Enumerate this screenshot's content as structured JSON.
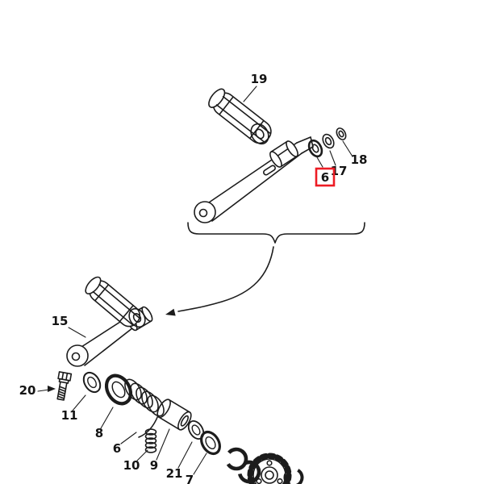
{
  "figure": {
    "kind": "exploded-parts-diagram",
    "background_color": "#ffffff",
    "ink_color": "#1c1c1c",
    "highlight_color": "#ed1c24",
    "highlighted_part": "6"
  },
  "labels": [
    {
      "text": "19",
      "highlighted": false
    },
    {
      "text": "18",
      "highlighted": false
    },
    {
      "text": "17",
      "highlighted": false
    },
    {
      "text": "6",
      "highlighted": true
    },
    {
      "text": "15",
      "highlighted": false
    },
    {
      "text": "20",
      "highlighted": false
    },
    {
      "text": "11",
      "highlighted": false
    },
    {
      "text": "8",
      "highlighted": false
    },
    {
      "text": "6",
      "highlighted": false
    },
    {
      "text": "10",
      "highlighted": false
    },
    {
      "text": "9",
      "highlighted": false
    },
    {
      "text": "21",
      "highlighted": false
    },
    {
      "text": "7",
      "highlighted": false
    }
  ]
}
